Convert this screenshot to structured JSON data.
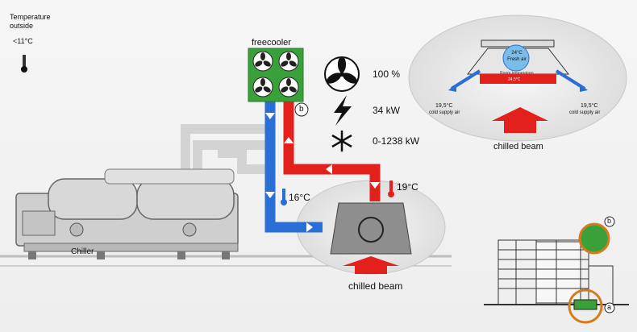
{
  "outside": {
    "title": "Temperature outside",
    "temperature": "<11°C",
    "icon": "thermometer-icon"
  },
  "freecooler": {
    "label": "freecooler",
    "marker": "b",
    "fan_icon": "fan-icon",
    "fan_color": "#3aa13a"
  },
  "stats": [
    {
      "icon": "fan-icon",
      "value": "100 %"
    },
    {
      "icon": "lightning-icon",
      "value": "34 kW"
    },
    {
      "icon": "snowflake-icon",
      "value": "0-1238 kW"
    }
  ],
  "pipes": {
    "supply_temp": "16°C",
    "return_temp": "19°C",
    "supply_color": "#2a6fd6",
    "return_color": "#e3201b"
  },
  "chiller": {
    "label": "Chiller"
  },
  "beam_main": {
    "label": "chilled beam"
  },
  "beam_detail": {
    "label": "chilled beam",
    "fresh_air": "24°C Fresh air",
    "room_temp_label": "Room temperature",
    "room_temp_value": "24.5°C",
    "left_supply_temp": "19,5°C",
    "left_supply_label": "cold supply air",
    "right_supply_temp": "19,5°C",
    "right_supply_label": "cold supply air"
  },
  "building": {
    "marker_a": "a",
    "marker_b": "b",
    "highlight_color": "#d67a1e"
  }
}
